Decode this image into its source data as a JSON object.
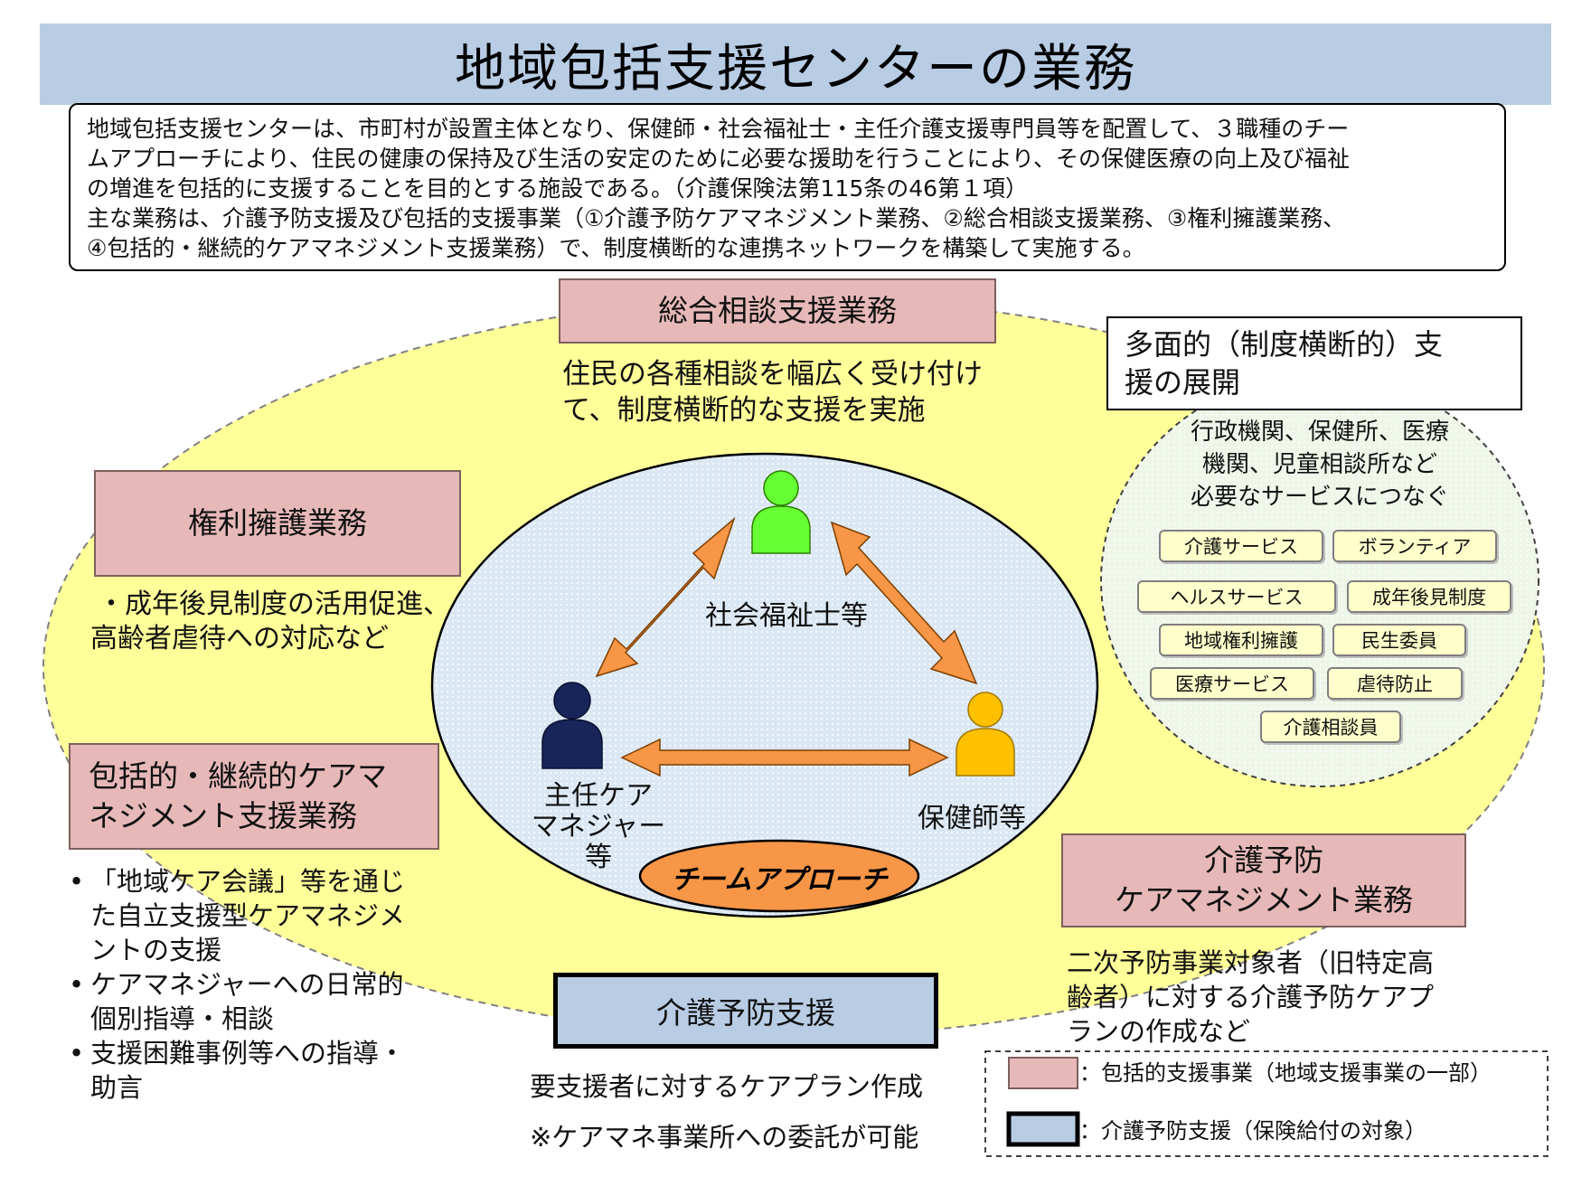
{
  "title": "地域包括支援センターの業務",
  "intro": {
    "line1": "地域包括支援センターは、市町村が設置主体となり、保健師・社会福祉士・主任介護支援専門員等を配置して、３職種のチー",
    "line2": "ムアプローチにより、住民の健康の保持及び生活の安定のために必要な援助を行うことにより、その保健医療の向上及び福祉",
    "line3": "の増進を包括的に支援することを目的とする施設である。（介護保険法第115条の46第１項）",
    "line4": "主な業務は、介護予防支援及び包括的支援事業（①介護予防ケアマネジメント業務、②総合相談支援業務、③権利擁護業務、",
    "line5": "④包括的・継続的ケアマネジメント支援業務）で、制度横断的な連携ネットワークを構築して実施する。"
  },
  "sogo": {
    "label": "総合相談支援業務",
    "desc1": "住民の各種相談を幅広く受け付け",
    "desc2": "て、制度横断的な支援を実施"
  },
  "kenri": {
    "label": "権利擁護業務",
    "desc1": "・成年後見制度の活用促進、",
    "desc2": "高齢者虐待への対応など"
  },
  "hokatsu": {
    "label1": "包括的・継続的ケアマ",
    "label2": "ネジメント支援業務",
    "bullets": [
      {
        "l1": "「地域ケア会議」等を通じ",
        "l2": "た自立支援型ケアマネジメ",
        "l3": "ントの支援"
      },
      {
        "l1": "ケアマネジャーへの日常的",
        "l2": "個別指導・相談"
      },
      {
        "l1": "支援困難事例等への指導・",
        "l2": "助言"
      }
    ]
  },
  "tamenteki": {
    "title1": "多面的（制度横断的）支",
    "title2": "援の展開",
    "desc1": "行政機関、保健所、医療",
    "desc2": "機関、児童相談所など",
    "desc3": "必要なサービスにつなぐ",
    "tags": [
      "介護サービス",
      "ボランティア",
      "ヘルスサービス",
      "成年後見制度",
      "地域権利擁護",
      "民生委員",
      "医療サービス",
      "虐待防止",
      "介護相談員"
    ]
  },
  "roles": {
    "social": "社会福祉士等",
    "care_manager1": "主任ケア",
    "care_manager2": "マネジャー",
    "care_manager3": "等",
    "nurse": "保健師等"
  },
  "team": "チームアプローチ",
  "yobo_cm": {
    "label1": "介護予防",
    "label2": "ケアマネジメント業務",
    "desc1": "二次予防事業対象者（旧特定高",
    "desc2": "齢者）に対する介護予防ケアプ",
    "desc3": "ランの作成など"
  },
  "yobo_shien": {
    "label": "介護予防支援",
    "desc1": "要支援者に対するケアプラン作成",
    "desc2": "※ケアマネ事業所への委託が可能"
  },
  "legend": {
    "pink": "：包括的支援事業（地域支援事業の一部）",
    "blue": "：介護予防支援（保険給付の対象）"
  },
  "colors": {
    "title_bg": "#b8cce4",
    "outer_ellipse": "#ffff99",
    "pink_box": "#e6b9b8",
    "blue_box": "#b8cce4",
    "social_worker": "#66ff33",
    "care_manager": "#17255a",
    "nurse": "#ffc000",
    "arrow": "#f79646",
    "team_oval": "#f79646",
    "tag_bg": "#ffffcc"
  },
  "icons": {
    "person": "person-icon",
    "arrow": "double-arrow-icon"
  }
}
